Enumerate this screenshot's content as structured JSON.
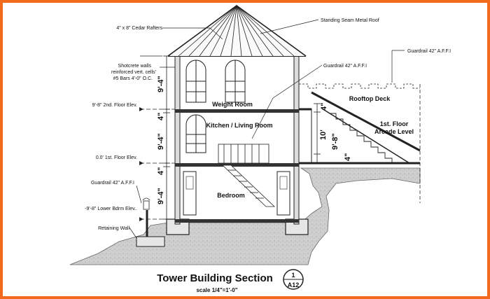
{
  "drawing": {
    "title": "Tower Building Section",
    "scale": "scale 1/4\"=1'-0\"",
    "detail_number": "1",
    "sheet_number": "A12"
  },
  "callouts": {
    "rafters": "4\" x 8\" Cedar Rafters",
    "roof": "Standing Seam Metal Roof",
    "walls_line1": "Shotcrete walls",
    "walls_line2": "reinforced vert. cells'",
    "walls_line3": "#5 Bars 4'-0\" O.C.",
    "guardrail_right": "Guardrail 42\" A.F.F.I",
    "guardrail_mid": "Guardrail 42\" A.F.F.I",
    "guardrail_left": "Guardrail 42\" A.F.F.I",
    "retaining_wall": "Retaining Wall"
  },
  "elevations": {
    "second_floor": "9'-8\" 2nd. Floor Elev.",
    "first_floor": "0.0' 1st. Floor Elev.",
    "lower_bedroom": "-9'-8\" Lower Bdrm Elev.."
  },
  "rooms": {
    "weight_room": "Weight Room",
    "kitchen": "Kitchen / Living Room",
    "bedroom": "Bedroom",
    "rooftop_deck": "Rooftop Deck",
    "arcade_line1": "1st. Floor",
    "arcade_line2": "Arcade Level"
  },
  "dimensions": {
    "d1": "9'-4\"",
    "d2": "4\"",
    "d3": "9'-4\"",
    "d4": "4\"",
    "d5": "9'-4\"",
    "r1": "4\"",
    "r2": "10'",
    "r3": "9'-8\"",
    "r4": "4\""
  },
  "colors": {
    "border": "#f26a1b",
    "ground": "#c9c9c9",
    "ink": "#111111"
  }
}
